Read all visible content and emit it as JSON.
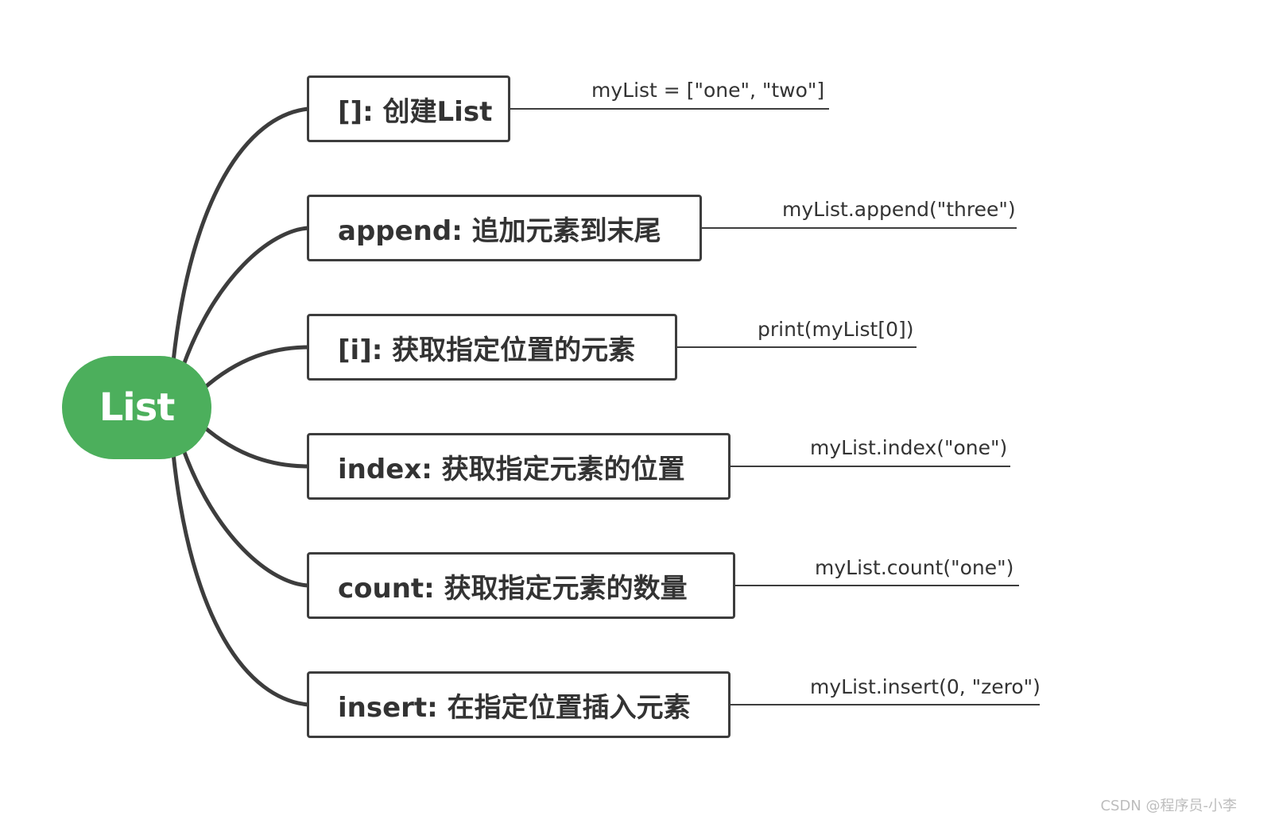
{
  "root": {
    "label": "List",
    "color": "#4caf5c"
  },
  "line_color": "#3d3d3d",
  "branches": [
    {
      "label": "[]: 创建List",
      "example": "myList = [\"one\", \"two\"]"
    },
    {
      "label": "append: 追加元素到末尾",
      "example": "myList.append(\"three\")"
    },
    {
      "label": "[i]: 获取指定位置的元素",
      "example": "print(myList[0])"
    },
    {
      "label": "index: 获取指定元素的位置",
      "example": "myList.index(\"one\")"
    },
    {
      "label": "count: 获取指定元素的数量",
      "example": "myList.count(\"one\")"
    },
    {
      "label": "insert: 在指定位置插入元素",
      "example": "myList.insert(0, \"zero\")"
    }
  ],
  "watermark": "CSDN @程序员-小李"
}
